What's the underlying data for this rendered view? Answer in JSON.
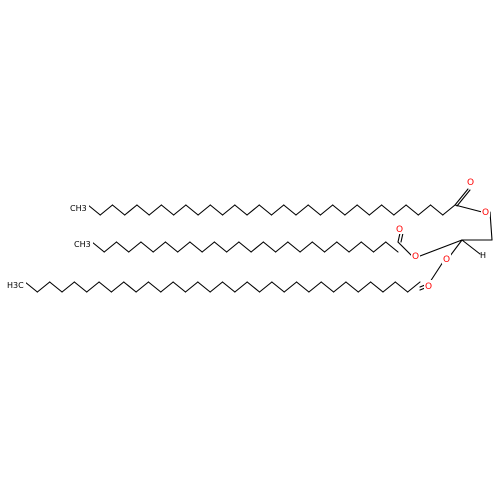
{
  "molecule": {
    "atom_labels": {
      "chain_a_terminal": "CH3",
      "chain_b_terminal": "CH3",
      "chain_c_terminal": "H3C",
      "ester_a_carbonyl_o": "O",
      "ester_a_ether_o": "O",
      "ester_b_carbonyl_o": "O",
      "ester_b_ether_o": "O",
      "ester_c_carbonyl_o": "O",
      "ester_c_ether_o": "O",
      "stereo_h": "H"
    },
    "colors": {
      "bond": "#000000",
      "oxygen": "#ff0000",
      "background": "#ffffff"
    }
  }
}
